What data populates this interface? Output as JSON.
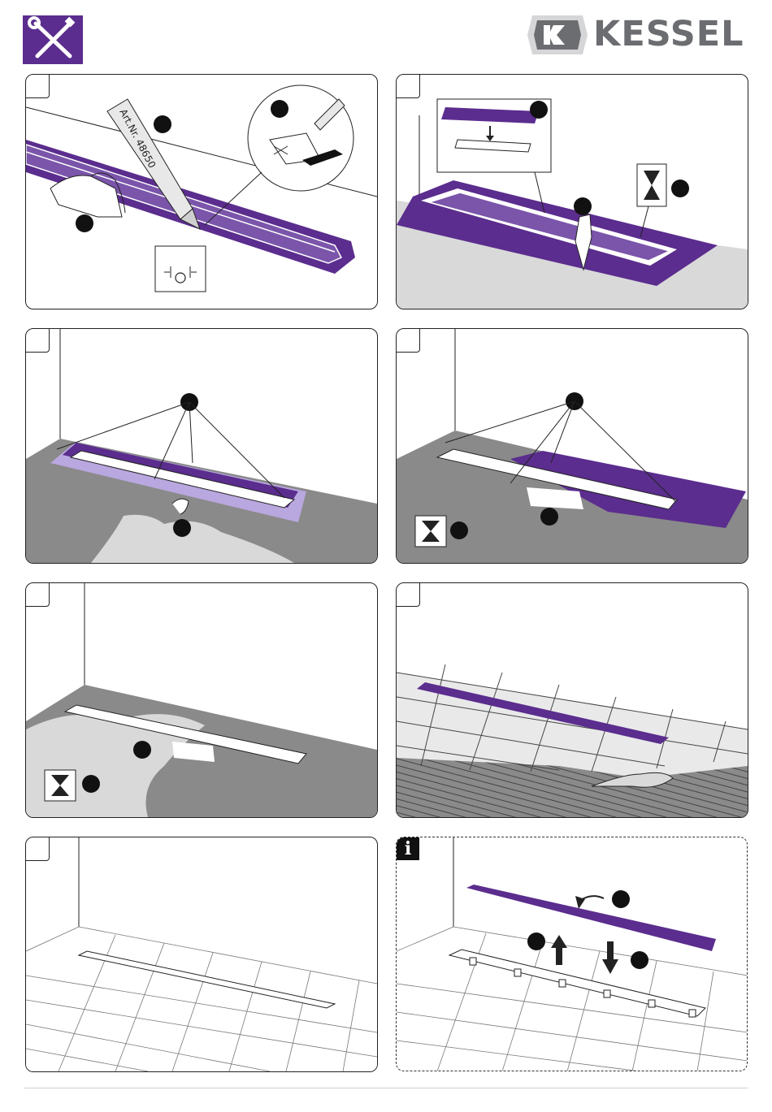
{
  "header": {
    "brand_name": "KESSEL",
    "brand_mark": "K",
    "tools_icon": "wrench-screwdriver-icon"
  },
  "colors": {
    "brand_purple": "#5b2d8e",
    "logo_grey": "#6b6d71",
    "floor_grey": "#8a8a8a",
    "light_grey": "#d9d9d9"
  },
  "steps": [
    {
      "id": 1,
      "caption": "Art.Nr. 48650",
      "icons": [
        "sealant-cartridge-icon",
        "cloth-hand-icon",
        "bead-diameter-icon"
      ]
    },
    {
      "id": 2,
      "icons": [
        "sealing-strip-icon",
        "spatula-icon",
        "hourglass-icon"
      ]
    },
    {
      "id": 3,
      "icons": [
        "protective-cover-removal-icon",
        "mortar-icon"
      ]
    },
    {
      "id": 4,
      "icons": [
        "protective-cover-removal-icon",
        "hourglass-icon"
      ]
    },
    {
      "id": 5,
      "icons": [
        "floor-screed-icon",
        "hourglass-icon"
      ]
    },
    {
      "id": 6,
      "icons": [
        "tiles-icon",
        "trowel-icon"
      ]
    },
    {
      "id": 7,
      "icons": [
        "finished-floor-icon"
      ]
    },
    {
      "id": 8,
      "info": "i",
      "icons": [
        "grate-removal-icon",
        "arrow-up-icon",
        "arrow-down-icon"
      ]
    }
  ]
}
